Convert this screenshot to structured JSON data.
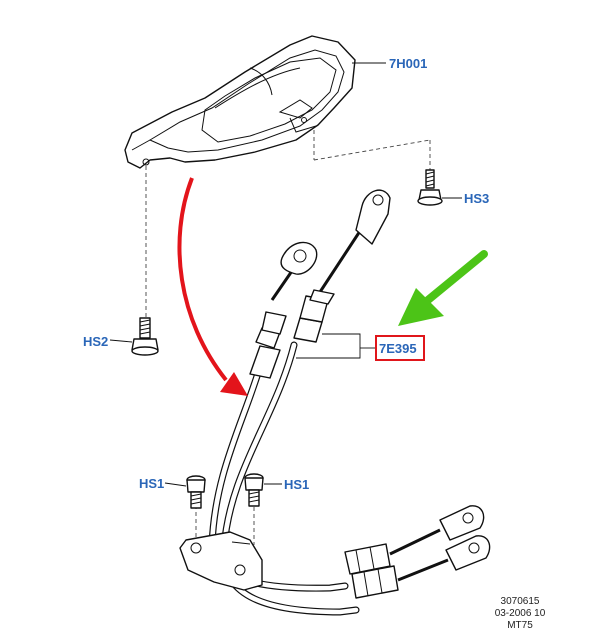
{
  "labels": {
    "housing": "7H001",
    "screw_hs3": "HS3",
    "screw_hs2": "HS2",
    "cable_part": "7E395",
    "screw_hs1_left": "HS1",
    "screw_hs1_right": "HS1"
  },
  "footer": {
    "line1": "3070615",
    "line2": "03-2006 10",
    "line3": "MT75"
  },
  "colors": {
    "label_blue": "#2a66b8",
    "highlight_red": "#e0161b",
    "arrow_red": "#e3141b",
    "arrow_green": "#4cc417"
  }
}
